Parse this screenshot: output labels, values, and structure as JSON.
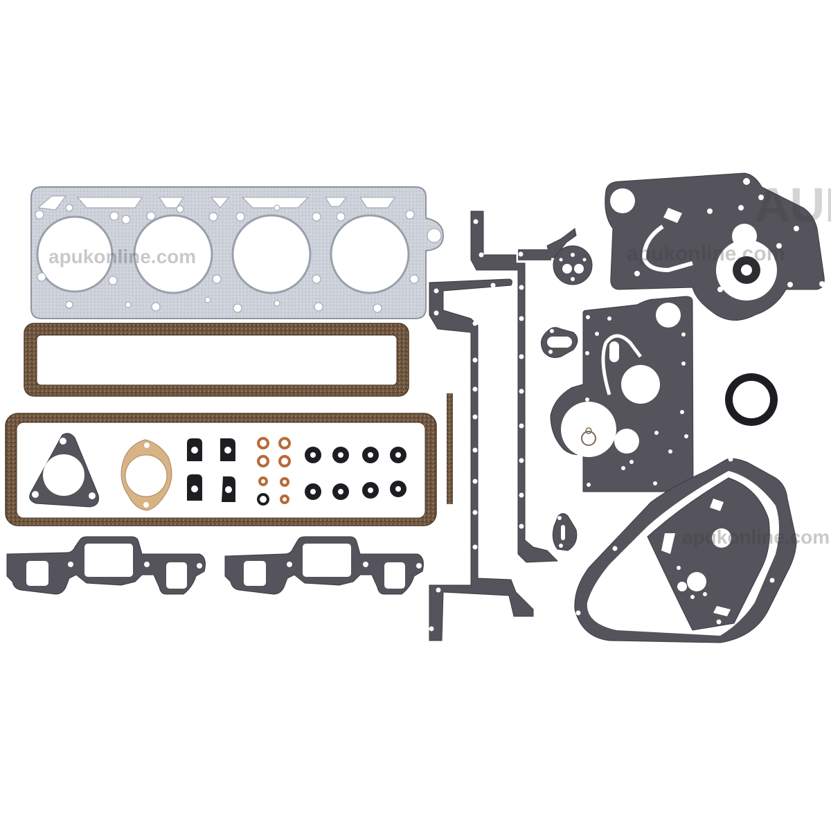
{
  "image": {
    "subject": "Engine full gasket set",
    "background_color": "#ffffff",
    "watermark": {
      "text": "apukonline.com",
      "logo_text": "AUK"
    }
  },
  "colors": {
    "head_gasket": "#c9cdd6",
    "head_gasket_edge": "#8f949e",
    "fiber_gasket": "#5b5860",
    "fiber_gasket_dark": "#45434a",
    "cork": "#7a6046",
    "cork_dark": "#4e3a28",
    "paper_gasket": "#d7b386",
    "copper": "#b86a3a",
    "rubber": "#1f1d21"
  },
  "parts": [
    {
      "id": "cylinder-head-gasket",
      "label": "Cylinder head gasket",
      "bores": 4
    },
    {
      "id": "rocker-cover-gasket",
      "label": "Rocker cover cork gasket"
    },
    {
      "id": "side-cover-gasket",
      "label": "Side cover cork gasket"
    },
    {
      "id": "triangle-flange-gasket",
      "label": "3-bolt flange gasket"
    },
    {
      "id": "paper-flange-gasket",
      "label": "2-bolt paper flange gasket"
    },
    {
      "id": "rubber-seals",
      "label": "Rubber grommets",
      "count": 4
    },
    {
      "id": "copper-washers",
      "label": "Copper washers",
      "count": 7
    },
    {
      "id": "valve-stem-seals",
      "label": "Valve stem seals",
      "count": 8
    },
    {
      "id": "manifold-gasket-left",
      "label": "Exhaust manifold gasket"
    },
    {
      "id": "manifold-gasket-right",
      "label": "Exhaust manifold gasket"
    },
    {
      "id": "cork-strip",
      "label": "Cork strip"
    },
    {
      "id": "sump-gasket-left",
      "label": "Sump side gasket"
    },
    {
      "id": "sump-gasket-right",
      "label": "Sump side gasket"
    },
    {
      "id": "water-pump-gasket",
      "label": "Round pump gasket"
    },
    {
      "id": "fuel-pump-gasket-upper",
      "label": "Fuel pump gasket"
    },
    {
      "id": "fuel-pump-gasket-lower",
      "label": "Fuel pump gasket"
    },
    {
      "id": "rear-plate-gasket",
      "label": "Rear plate gasket"
    },
    {
      "id": "front-plate-gasket",
      "label": "Front plate gasket"
    },
    {
      "id": "timing-cover-gasket",
      "label": "Timing cover gasket"
    },
    {
      "id": "oil-seal-small",
      "label": "Small oil seal"
    },
    {
      "id": "crank-oil-seal",
      "label": "Crankshaft oil seal"
    }
  ]
}
